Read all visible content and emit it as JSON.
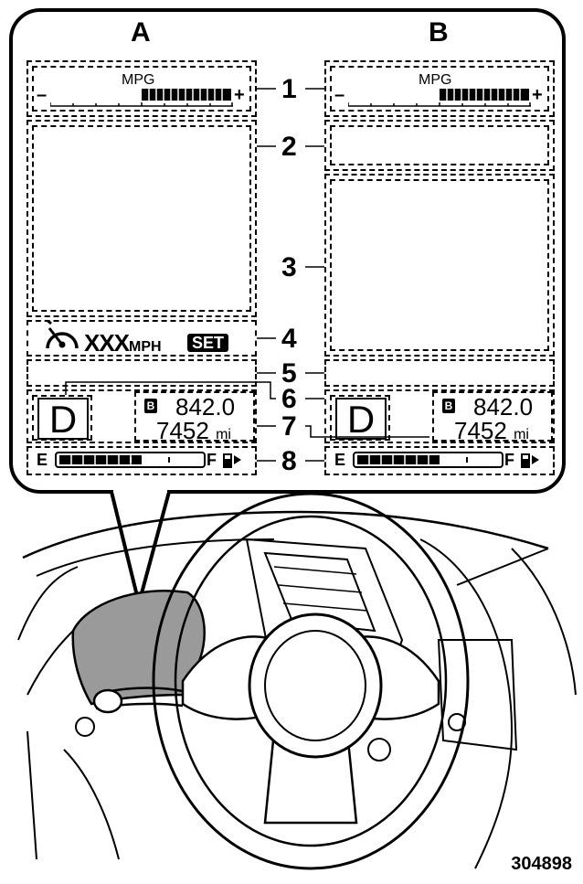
{
  "panels": [
    {
      "letter": "A",
      "mpg_label": "MPG",
      "minus": "–",
      "plus": "+",
      "odometer_trip": "842.0",
      "odometer_total": "7452",
      "odometer_unit": "mi",
      "trip_badge": "B",
      "gear": "D",
      "fuel_empty": "E",
      "fuel_full": "F"
    },
    {
      "letter": "B",
      "mpg_label": "MPG",
      "minus": "–",
      "plus": "+",
      "odometer_trip": "842.0",
      "odometer_total": "7452",
      "odometer_unit": "mi",
      "trip_badge": "B",
      "gear": "D",
      "fuel_empty": "E",
      "fuel_full": "F"
    }
  ],
  "cruise": {
    "speed": "XXX",
    "unit": "MPH",
    "set_label": "SET"
  },
  "callout_numbers": [
    "1",
    "2",
    "3",
    "4",
    "5",
    "6",
    "7",
    "8"
  ],
  "figure_id": "304898"
}
